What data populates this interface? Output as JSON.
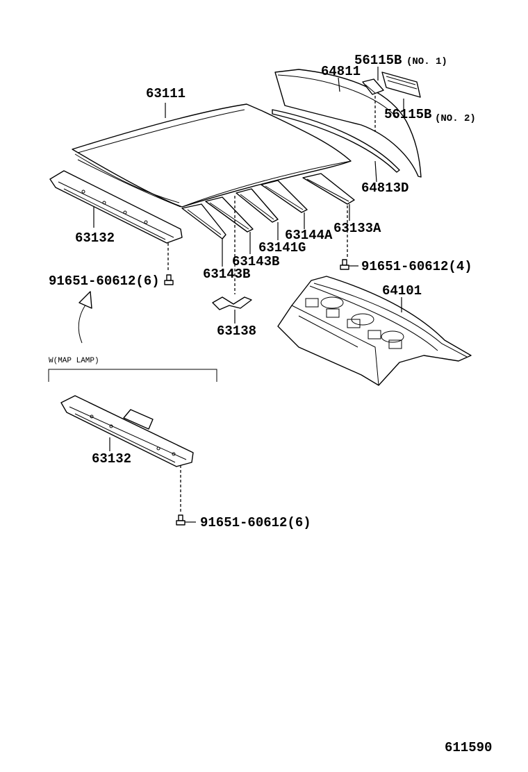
{
  "labels": {
    "roof_panel": "63111",
    "back_window_upper": "64811",
    "back_window_lower": "64813D",
    "clip_no1": "56115B",
    "clip_no1_note": "(NO. 1)",
    "clip_no2": "56115B",
    "clip_no2_note": "(NO. 2)",
    "front_header": "63132",
    "front_header_alt": "63132",
    "rear_header": "63133A",
    "roof_bow_a": "63144A",
    "roof_bow_g": "63141G",
    "roof_bow_b_upper": "63143B",
    "roof_bow_b_lower": "63143B",
    "bracket": "63138",
    "package_tray": "64101",
    "bolt_left": "91651-60612(6)",
    "bolt_right": "91651-60612(4)",
    "bolt_bottom": "91651-60612(6)",
    "map_lamp_note": "W(MAP LAMP)",
    "figure_number": "611590"
  }
}
